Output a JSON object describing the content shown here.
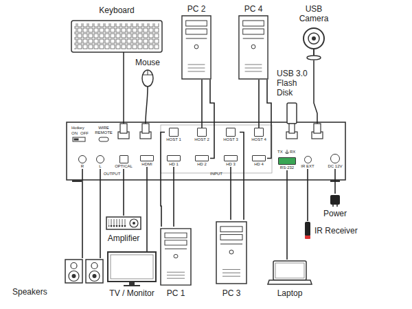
{
  "diagram": {
    "nodes": [
      {
        "text": [
          "Keyboard"
        ]
      },
      {
        "text": [
          "PC 2"
        ]
      },
      {
        "text": [
          "PC 4"
        ]
      },
      {
        "text": [
          "USB Camera"
        ]
      },
      {
        "text": [
          "Mouse"
        ]
      },
      {
        "text": [
          "USB 3.0 Flash Disk"
        ]
      },
      {
        "text": [
          "HOST 1"
        ]
      },
      {
        "text": [
          "HOST 2"
        ]
      },
      {
        "text": [
          "HOST 3"
        ]
      },
      {
        "text": [
          "HOST 4"
        ]
      },
      {
        "text": [
          "R"
        ]
      },
      {
        "text": [
          "L"
        ]
      },
      {
        "text": [
          "OPTICAL"
        ]
      },
      {
        "text": [
          "HDMI"
        ]
      },
      {
        "text": [
          "HD 1"
        ]
      },
      {
        "text": [
          "HD 2"
        ]
      },
      {
        "text": [
          "HD 3"
        ]
      },
      {
        "text": [
          "HD 4"
        ]
      },
      {
        "text": [
          "RS-232"
        ]
      },
      {
        "text": [
          "IR EXT"
        ]
      },
      {
        "text": [
          "DC 12V"
        ]
      },
      {
        "text": [
          "Power"
        ]
      },
      {
        "text": [
          "IR Receiver"
        ]
      },
      {
        "text": [
          "Amplifier"
        ]
      },
      {
        "text": [
          "Speakers"
        ]
      },
      {
        "text": [
          "TV / Monitor"
        ]
      },
      {
        "text": [
          "PC 1"
        ]
      },
      {
        "text": [
          "PC 3"
        ]
      },
      {
        "text": [
          "Laptop"
        ]
      }
    ],
    "edges": [
      {
        "from": 1,
        "to": 7,
        "arrow": "none"
      },
      {
        "from": 1,
        "to": 15,
        "arrow": "none"
      },
      {
        "from": 2,
        "to": 9,
        "arrow": "none"
      },
      {
        "from": 2,
        "to": 17,
        "arrow": "none"
      },
      {
        "from": 26,
        "to": 14,
        "arrow": "none"
      },
      {
        "from": 26,
        "to": 6,
        "arrow": "none"
      },
      {
        "from": 27,
        "to": 16,
        "arrow": "none"
      },
      {
        "from": 27,
        "to": 8,
        "arrow": "none"
      },
      {
        "from": 24,
        "to": 10,
        "arrow": "none"
      },
      {
        "from": 24,
        "to": 11,
        "arrow": "none"
      },
      {
        "from": 23,
        "to": 12,
        "arrow": "none"
      },
      {
        "from": 25,
        "to": 13,
        "arrow": "none"
      },
      {
        "from": 28,
        "to": 18,
        "arrow": "none"
      },
      {
        "from": 22,
        "to": 19,
        "arrow": "none"
      },
      {
        "from": 21,
        "to": 20,
        "arrow": "none"
      }
    ],
    "labels": [
      "Hotkey",
      "ON",
      "OFF",
      "WIRE REMOTE",
      "OUTPUT",
      "INPUT",
      "TX",
      "RX"
    ]
  }
}
